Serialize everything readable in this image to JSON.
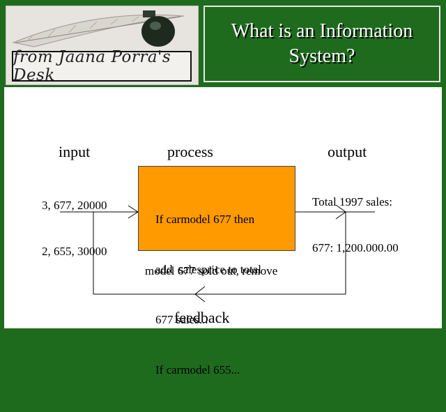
{
  "header": {
    "logo_text": "from Jaana Porra's Desk",
    "title": "What is an Information System?"
  },
  "diagram": {
    "input_label": "input",
    "process_label": "process",
    "output_label": "output",
    "feedback_label": "feedback",
    "input_values": [
      "3, 677, 20000",
      "2, 655, 30000"
    ],
    "process_lines": [
      "If carmodel 677 then",
      "add  salesprice to total",
      "677 sales...",
      "If carmodel 655..."
    ],
    "output_values": [
      "Total 1997 sales:",
      "677: 1,200.000.00"
    ],
    "feedback_note": "model 677 sold out, remove"
  },
  "colors": {
    "background_green": "#1e6b1e",
    "process_box": "#ff9a00",
    "content_bg": "#ffffff"
  },
  "icons": [
    "quill-pen-icon",
    "inkwell-icon"
  ]
}
